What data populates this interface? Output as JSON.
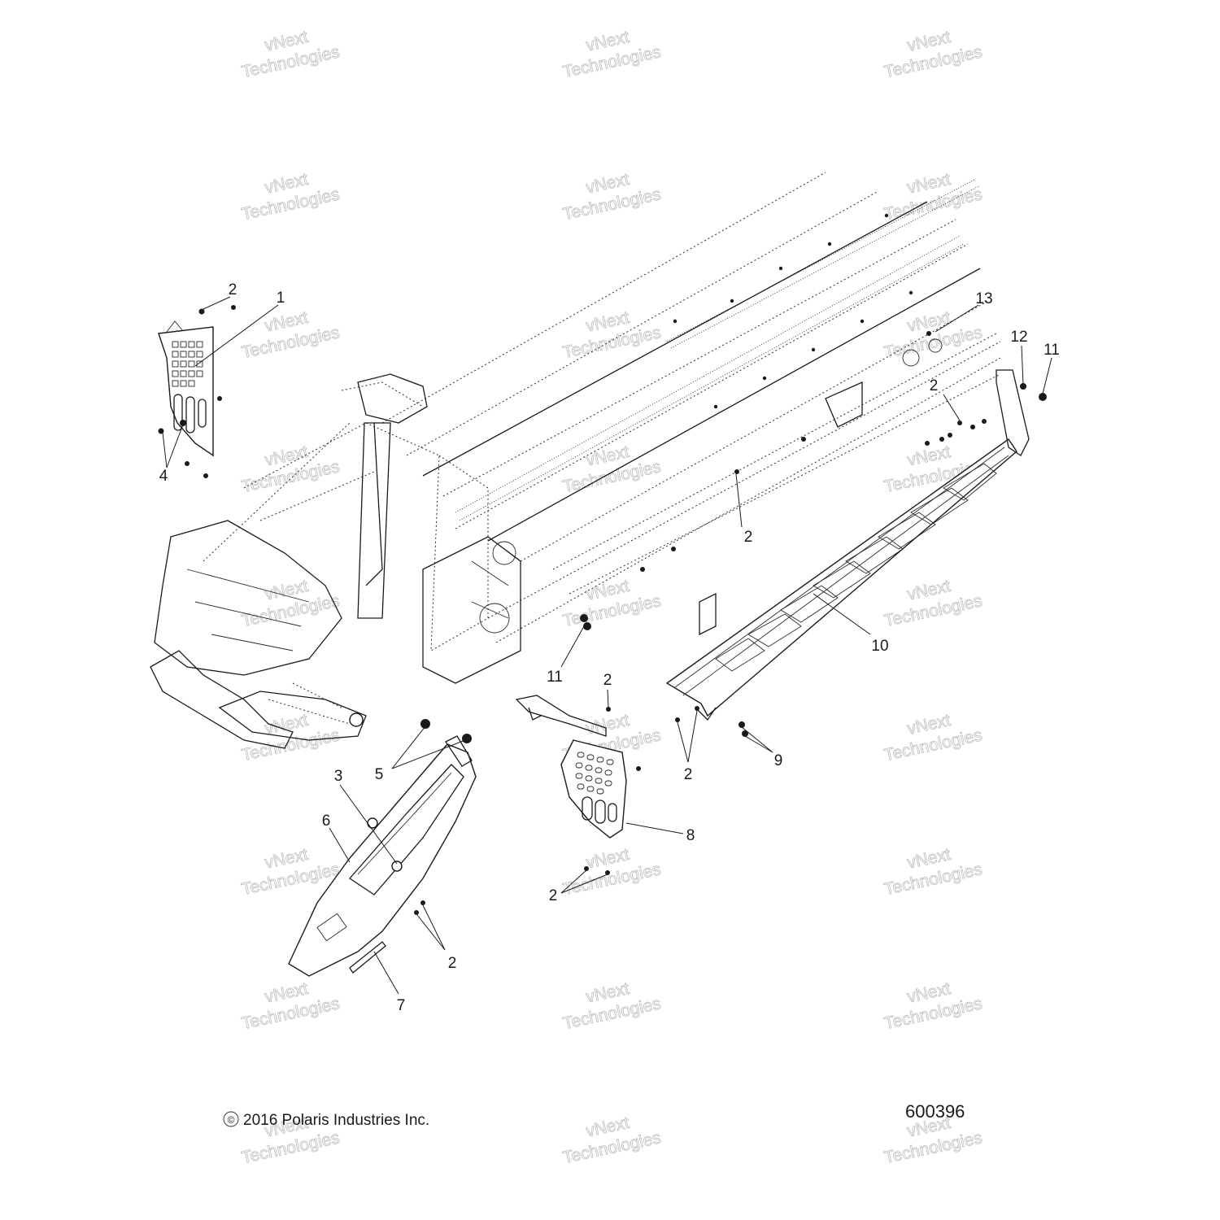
{
  "diagram": {
    "callouts": [
      {
        "id": "1",
        "label": "1"
      },
      {
        "id": "2",
        "label": "2"
      },
      {
        "id": "3",
        "label": "3"
      },
      {
        "id": "4",
        "label": "4"
      },
      {
        "id": "5",
        "label": "5"
      },
      {
        "id": "6",
        "label": "6"
      },
      {
        "id": "7",
        "label": "7"
      },
      {
        "id": "8",
        "label": "8"
      },
      {
        "id": "9",
        "label": "9"
      },
      {
        "id": "10",
        "label": "10"
      },
      {
        "id": "11",
        "label": "11"
      },
      {
        "id": "12",
        "label": "12"
      },
      {
        "id": "13",
        "label": "13"
      }
    ],
    "copyright_symbol": "©",
    "copyright_text": "2016 Polaris Industries Inc.",
    "figure_number": "600396"
  },
  "watermark": {
    "line1": "vNext",
    "line2": "Technologies",
    "color": "#bdbdbd"
  },
  "colors": {
    "line": "#1a1a1a",
    "background": "#ffffff"
  }
}
